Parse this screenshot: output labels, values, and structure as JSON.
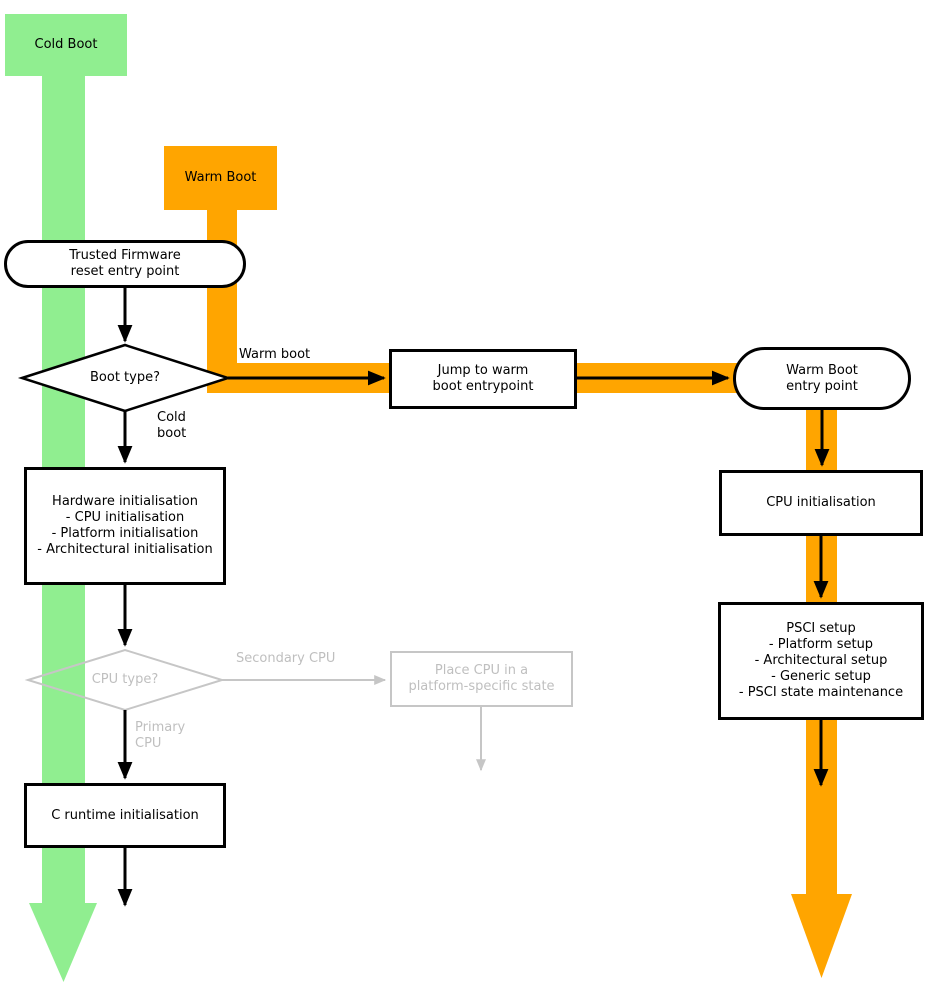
{
  "colors": {
    "cold_boot_flow": "#90ee90",
    "warm_boot_flow": "#ffa500",
    "inactive_gray": "#c6c6c6",
    "line_black": "#000000"
  },
  "nodes": {
    "cold_boot": {
      "label": "Cold Boot"
    },
    "warm_boot": {
      "label": "Warm Boot"
    },
    "tf_reset": {
      "lines": [
        "Trusted Firmware",
        "reset entry point"
      ]
    },
    "boot_type": {
      "label": "Boot type?"
    },
    "jump_warm": {
      "lines": [
        "Jump to warm",
        "boot entrypoint"
      ]
    },
    "warm_entry": {
      "lines": [
        "Warm Boot",
        "entry point"
      ]
    },
    "hardware_init": {
      "lines": [
        "Hardware initialisation",
        "- CPU initialisation",
        "- Platform initialisation",
        "- Architectural initialisation"
      ]
    },
    "cpu_type": {
      "label": "CPU type?"
    },
    "place_cpu": {
      "lines": [
        "Place CPU in a",
        "platform-specific state"
      ]
    },
    "c_runtime": {
      "label": "C runtime initialisation"
    },
    "cpu_init": {
      "label": "CPU initialisation"
    },
    "psci_setup": {
      "lines": [
        "PSCI setup",
        "- Platform setup",
        "- Architectural setup",
        "- Generic setup",
        "- PSCI state maintenance"
      ]
    }
  },
  "edge_labels": {
    "warm_boot_branch": "Warm boot",
    "cold_boot_branch": {
      "lines": [
        "Cold",
        "boot"
      ]
    },
    "secondary_cpu": "Secondary CPU",
    "primary_cpu": {
      "lines": [
        "Primary",
        "CPU"
      ]
    }
  }
}
